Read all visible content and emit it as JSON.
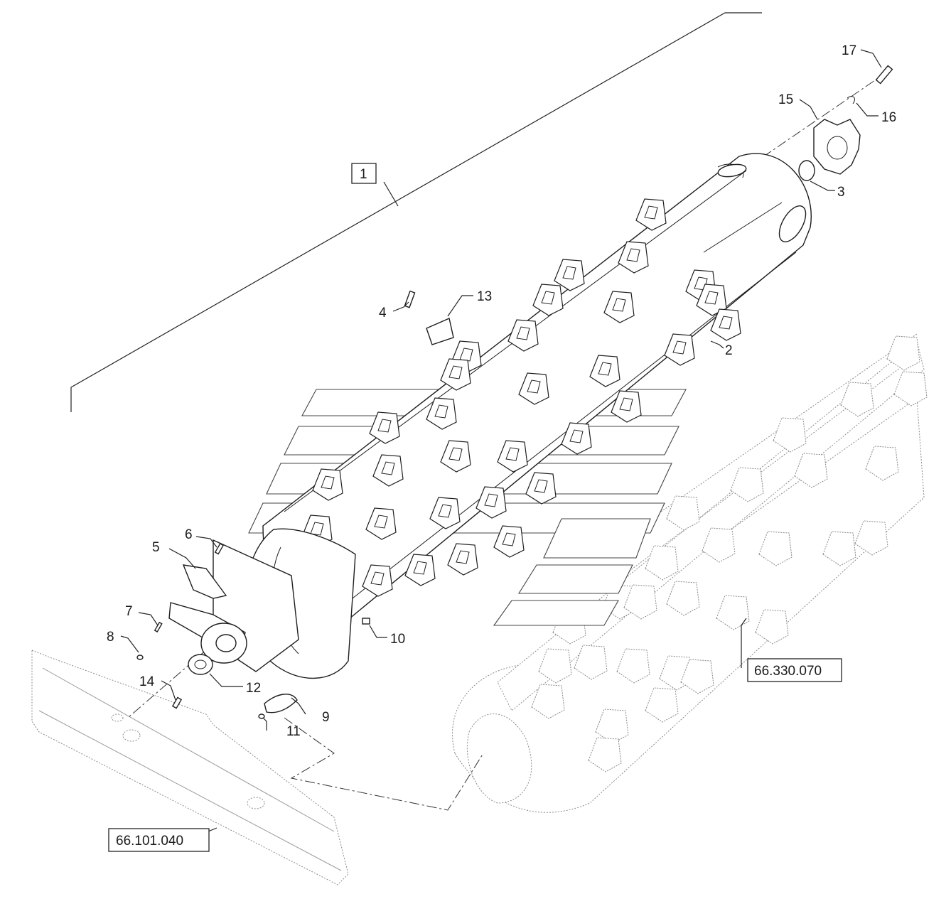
{
  "callouts": {
    "c1": "1",
    "c2": "2",
    "c3": "3",
    "c4": "4",
    "c5": "5",
    "c6": "6",
    "c7": "7",
    "c8": "8",
    "c9": "9",
    "c10": "10",
    "c11": "11",
    "c12": "12",
    "c13": "13",
    "c14": "14",
    "c15": "15",
    "c16": "16",
    "c17": "17"
  },
  "references": {
    "ref_feeder": "66.330.070",
    "ref_frame": "66.101.040"
  },
  "colors": {
    "line": "#1e1e1e",
    "ghost": "#8a8a8a",
    "background": "#ffffff"
  }
}
